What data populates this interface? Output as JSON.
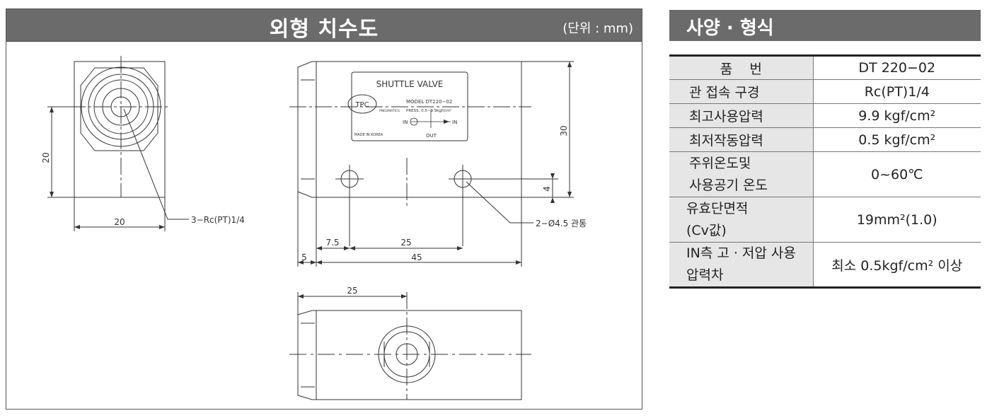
{
  "drawing": {
    "title": "외형 치수도",
    "unit": "(단위 : mm)",
    "front_view": {
      "dim_width": "20",
      "dim_height": "20",
      "port_callout": "3−Rc(PT)1/4"
    },
    "side_view": {
      "plate_title": "SHUTTLE VALVE",
      "plate_brand": "TPC",
      "plate_brand_sub": "PNEUMATICS",
      "plate_model": "MODEL  DT220−02",
      "plate_press": "PRESS.  0.5~9.9kgf/cm²",
      "plate_in_left": "IN",
      "plate_in_right": "IN",
      "plate_out": "OUT",
      "plate_made": "MADE IN KOREA",
      "dim_height": "30",
      "dim_hole_offset": "4",
      "dim_hole_left": "7.5",
      "dim_hole_pitch": "25",
      "dim_cap": "5",
      "dim_total": "45",
      "hole_callout": "2−Ø4.5 관통"
    },
    "bottom_view": {
      "dim_port_pos": "25"
    }
  },
  "spec": {
    "title": "사양 · 형식",
    "rows": [
      {
        "label": "품    번",
        "value": "DT 220−02"
      },
      {
        "label": "관 접속 구경",
        "value": "Rc(PT)1/4"
      },
      {
        "label": "최고사용압력",
        "value": "9.9 kgf/cm²"
      },
      {
        "label": "최저작동압력",
        "value": "0.5 kgf/cm²"
      },
      {
        "label_lines": [
          "주위온도및",
          "사용공기 온도"
        ],
        "value": "0~60℃"
      },
      {
        "label_lines": [
          "유효단면적",
          "(Cv값)"
        ],
        "value": "19mm²(1.0)"
      },
      {
        "label_lines": [
          "IN측 고 · 저압 사용",
          "압력차"
        ],
        "value": "최소 0.5kgf/cm² 이상"
      }
    ]
  }
}
